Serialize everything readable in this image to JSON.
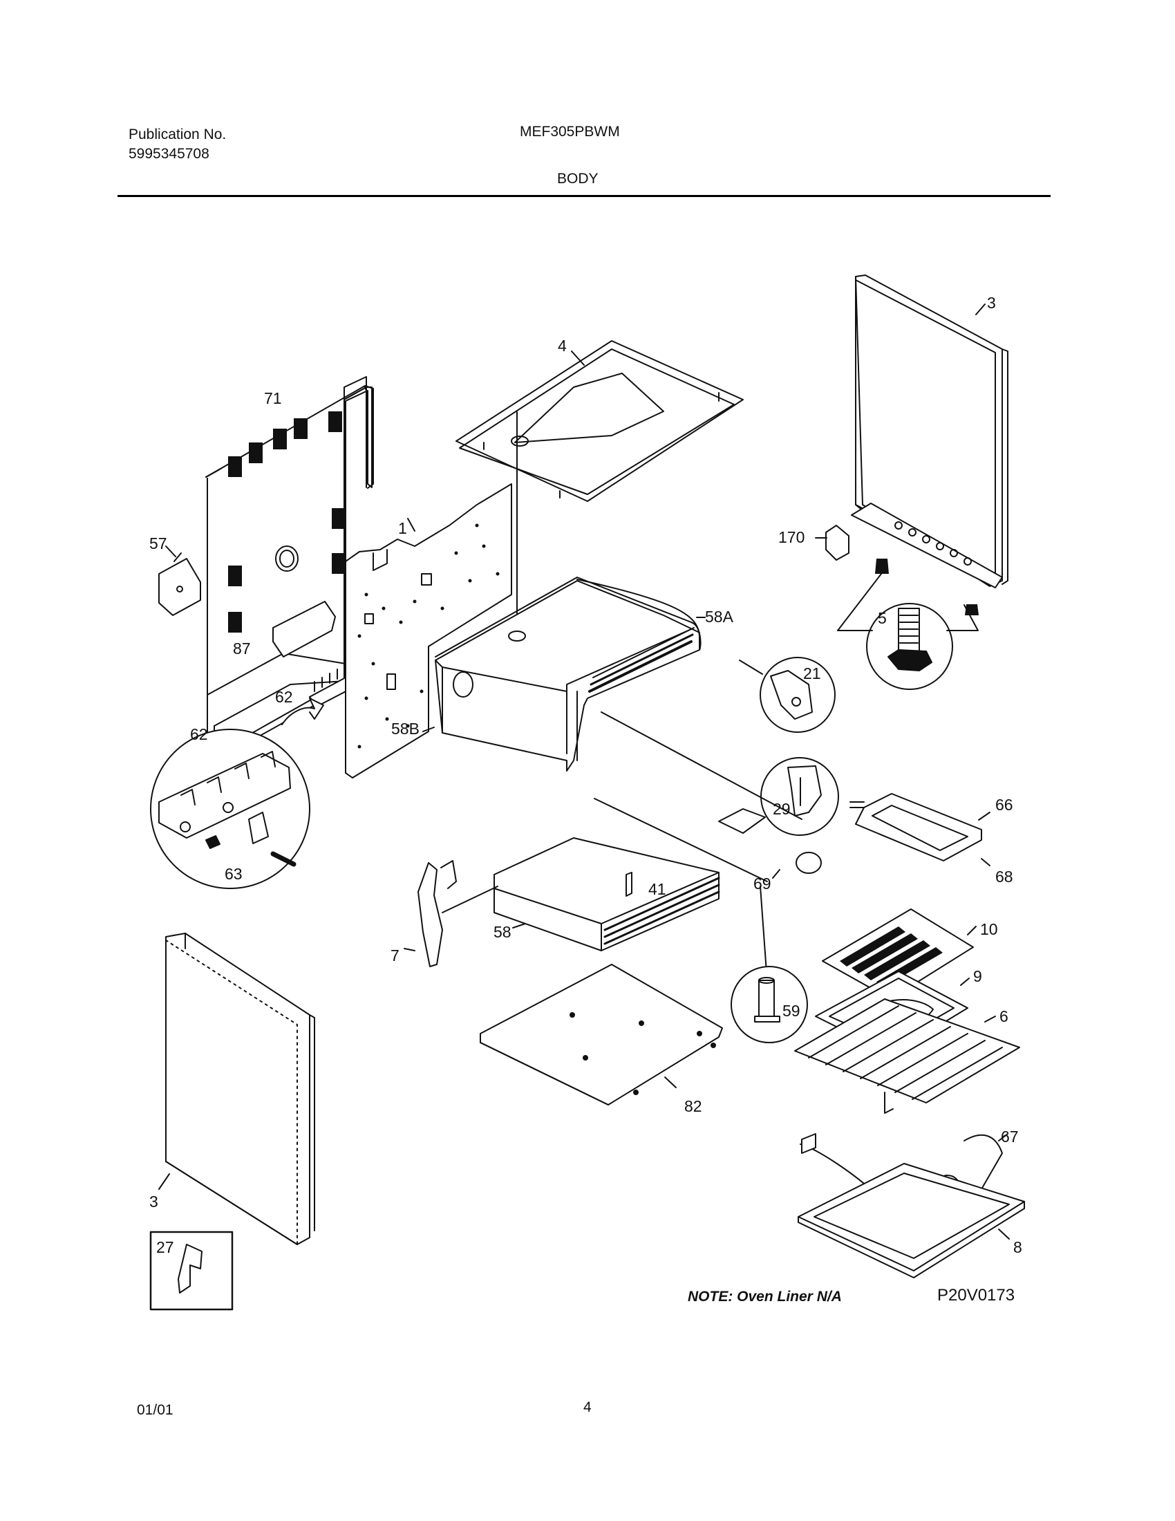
{
  "header": {
    "publication_label": "Publication No.",
    "publication_number": "5995345708",
    "model": "MEF305PBWM",
    "section": "BODY"
  },
  "callouts": {
    "c71": "71",
    "c57": "57",
    "c87": "87",
    "c62a": "62",
    "c62b": "62",
    "c63": "63",
    "c1": "1",
    "c4": "4",
    "c3a": "3",
    "c3b": "3",
    "c170": "170",
    "c5": "5",
    "c58a": "58A",
    "c58b": "58B",
    "c21": "21",
    "c29": "29",
    "c66": "66",
    "c68": "68",
    "c69": "69",
    "c41": "41",
    "c58": "58",
    "c7": "7",
    "c10": "10",
    "c9": "9",
    "c6": "6",
    "c59": "59",
    "c82": "82",
    "c67": "67",
    "c8": "8",
    "c27": "27"
  },
  "note": "NOTE:  Oven Liner N/A",
  "figure_id": "P20V0173",
  "footer": {
    "date": "01/01",
    "page": "4"
  }
}
